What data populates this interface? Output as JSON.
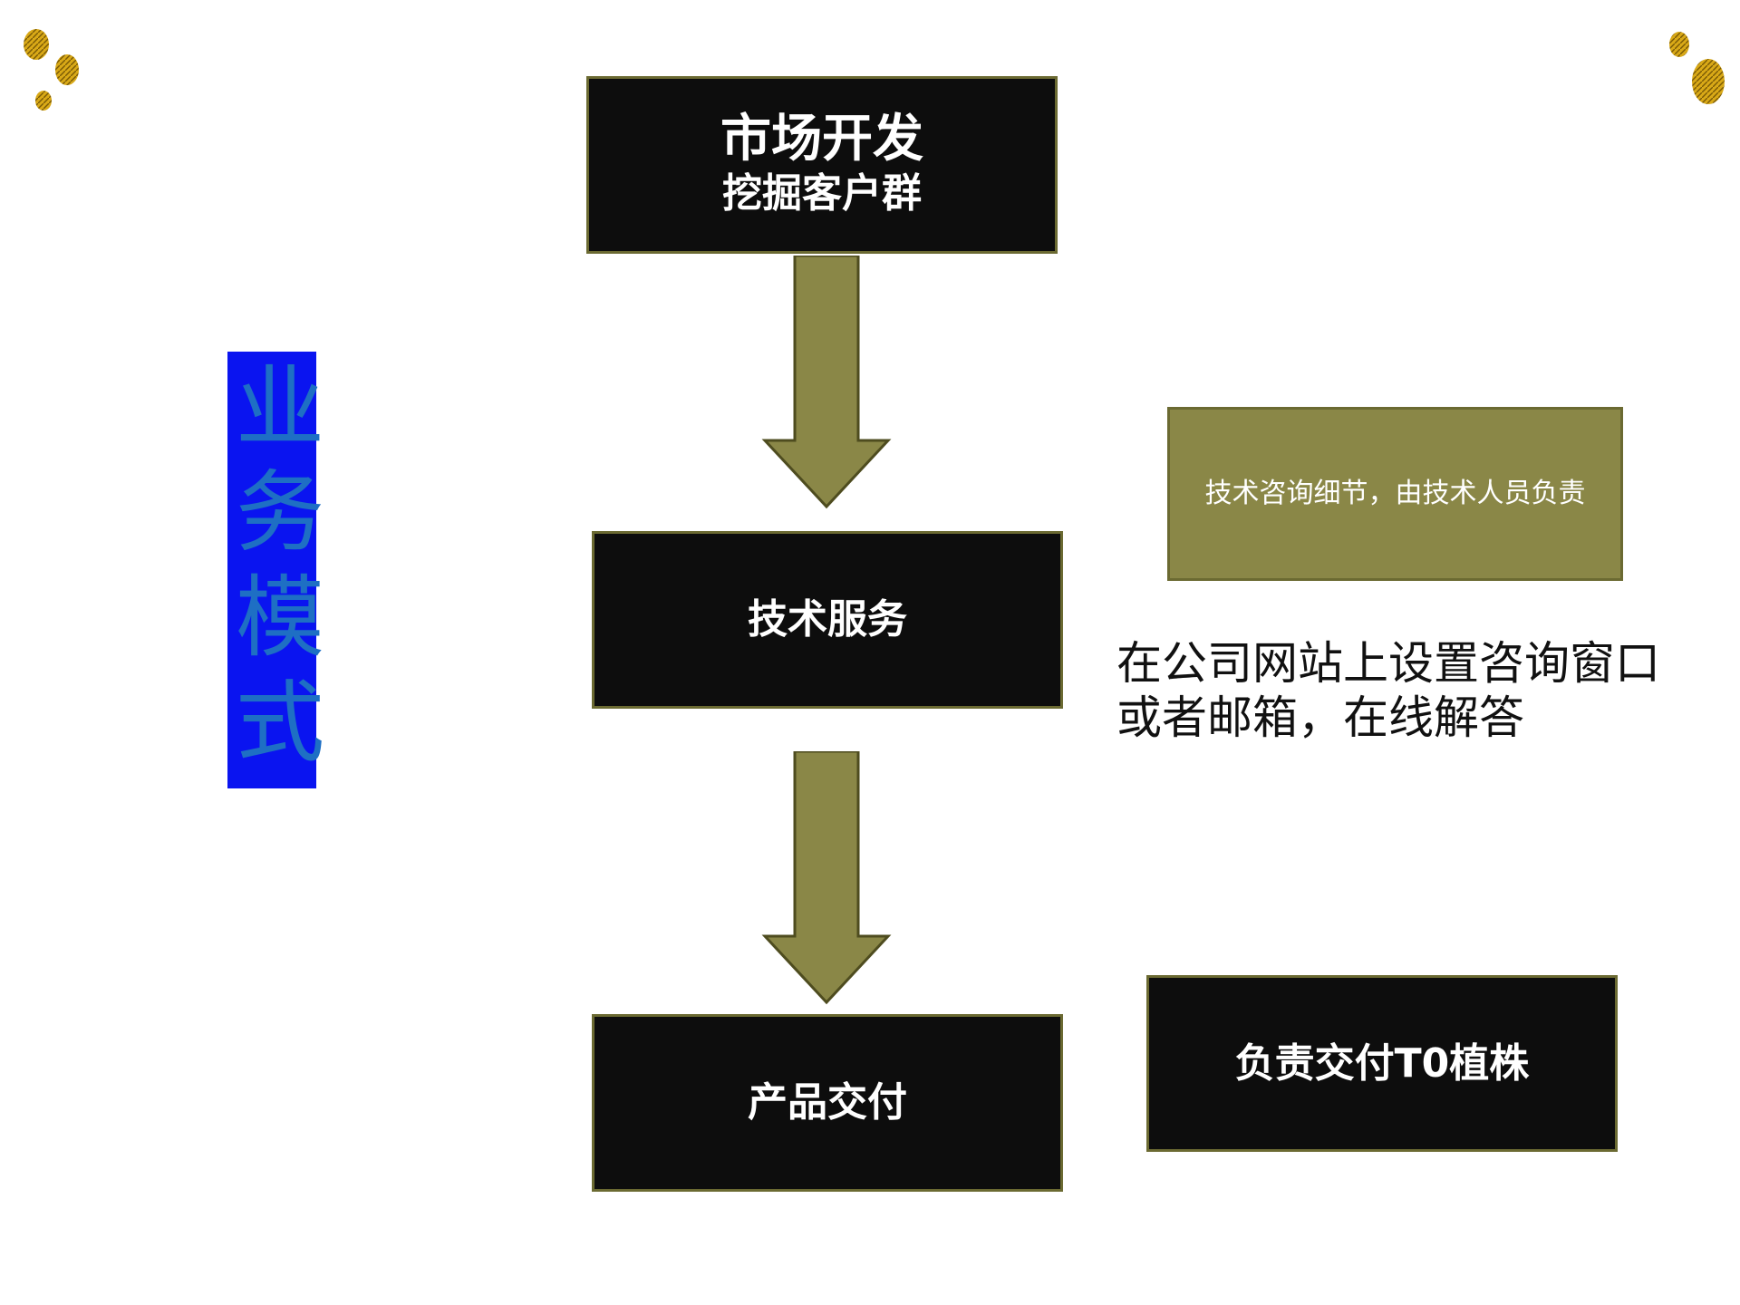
{
  "title": "业务模式",
  "flow": {
    "step1": {
      "line1": "市场开发",
      "line2": "挖掘客户群"
    },
    "step2": {
      "label": "技术服务"
    },
    "step3": {
      "label": "产品交付"
    }
  },
  "side": {
    "tech_box": "技术咨询细节，由技术人员负责",
    "note_line1": "在公司网站上设置咨询窗口",
    "note_line2": "或者邮箱，在线解答",
    "delivery_box": "负责交付T0植株"
  },
  "colors": {
    "dark_box": "#0d0d0d",
    "olive": "#8a8747",
    "border": "#6b6a32",
    "title_bg": "#0a14f0",
    "title_text": "#1e6fc4",
    "gold_dots": "#d4a514"
  }
}
